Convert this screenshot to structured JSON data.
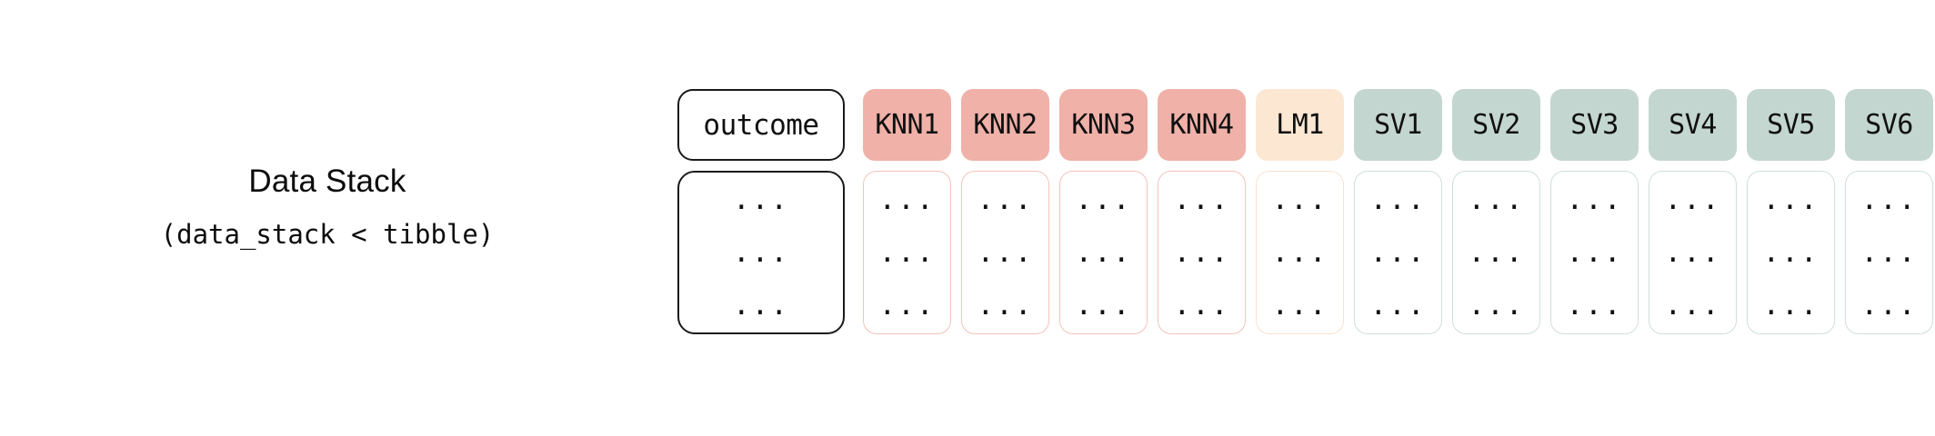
{
  "caption": {
    "title": "Data Stack",
    "subtitle": "(data_stack < tibble)"
  },
  "palette": {
    "pink_fill": "#efb1a8",
    "pink_border": "#f3c3bc",
    "cream_fill": "#fbe7d2",
    "cream_border": "#f8e2d0",
    "sage_fill": "#c3d6cf",
    "sage_border": "#cfdfd9",
    "outcome_border": "#1a1a1a",
    "background": "#ffffff",
    "text": "#101010"
  },
  "table": {
    "columns": [
      {
        "label": "outcome",
        "kind": "outcome",
        "cells": [
          "...",
          "...",
          "..."
        ]
      },
      {
        "label": "KNN1",
        "kind": "pink",
        "cells": [
          "...",
          "...",
          "..."
        ]
      },
      {
        "label": "KNN2",
        "kind": "pink",
        "cells": [
          "...",
          "...",
          "..."
        ]
      },
      {
        "label": "KNN3",
        "kind": "pink",
        "cells": [
          "...",
          "...",
          "..."
        ]
      },
      {
        "label": "KNN4",
        "kind": "pink",
        "cells": [
          "...",
          "...",
          "..."
        ]
      },
      {
        "label": "LM1",
        "kind": "cream",
        "cells": [
          "...",
          "...",
          "..."
        ]
      },
      {
        "label": "SV1",
        "kind": "sage",
        "cells": [
          "...",
          "...",
          "..."
        ]
      },
      {
        "label": "SV2",
        "kind": "sage",
        "cells": [
          "...",
          "...",
          "..."
        ]
      },
      {
        "label": "SV3",
        "kind": "sage",
        "cells": [
          "...",
          "...",
          "..."
        ]
      },
      {
        "label": "SV4",
        "kind": "sage",
        "cells": [
          "...",
          "...",
          "..."
        ]
      },
      {
        "label": "SV5",
        "kind": "sage",
        "cells": [
          "...",
          "...",
          "..."
        ]
      },
      {
        "label": "SV6",
        "kind": "sage",
        "cells": [
          "...",
          "...",
          "..."
        ]
      }
    ]
  }
}
